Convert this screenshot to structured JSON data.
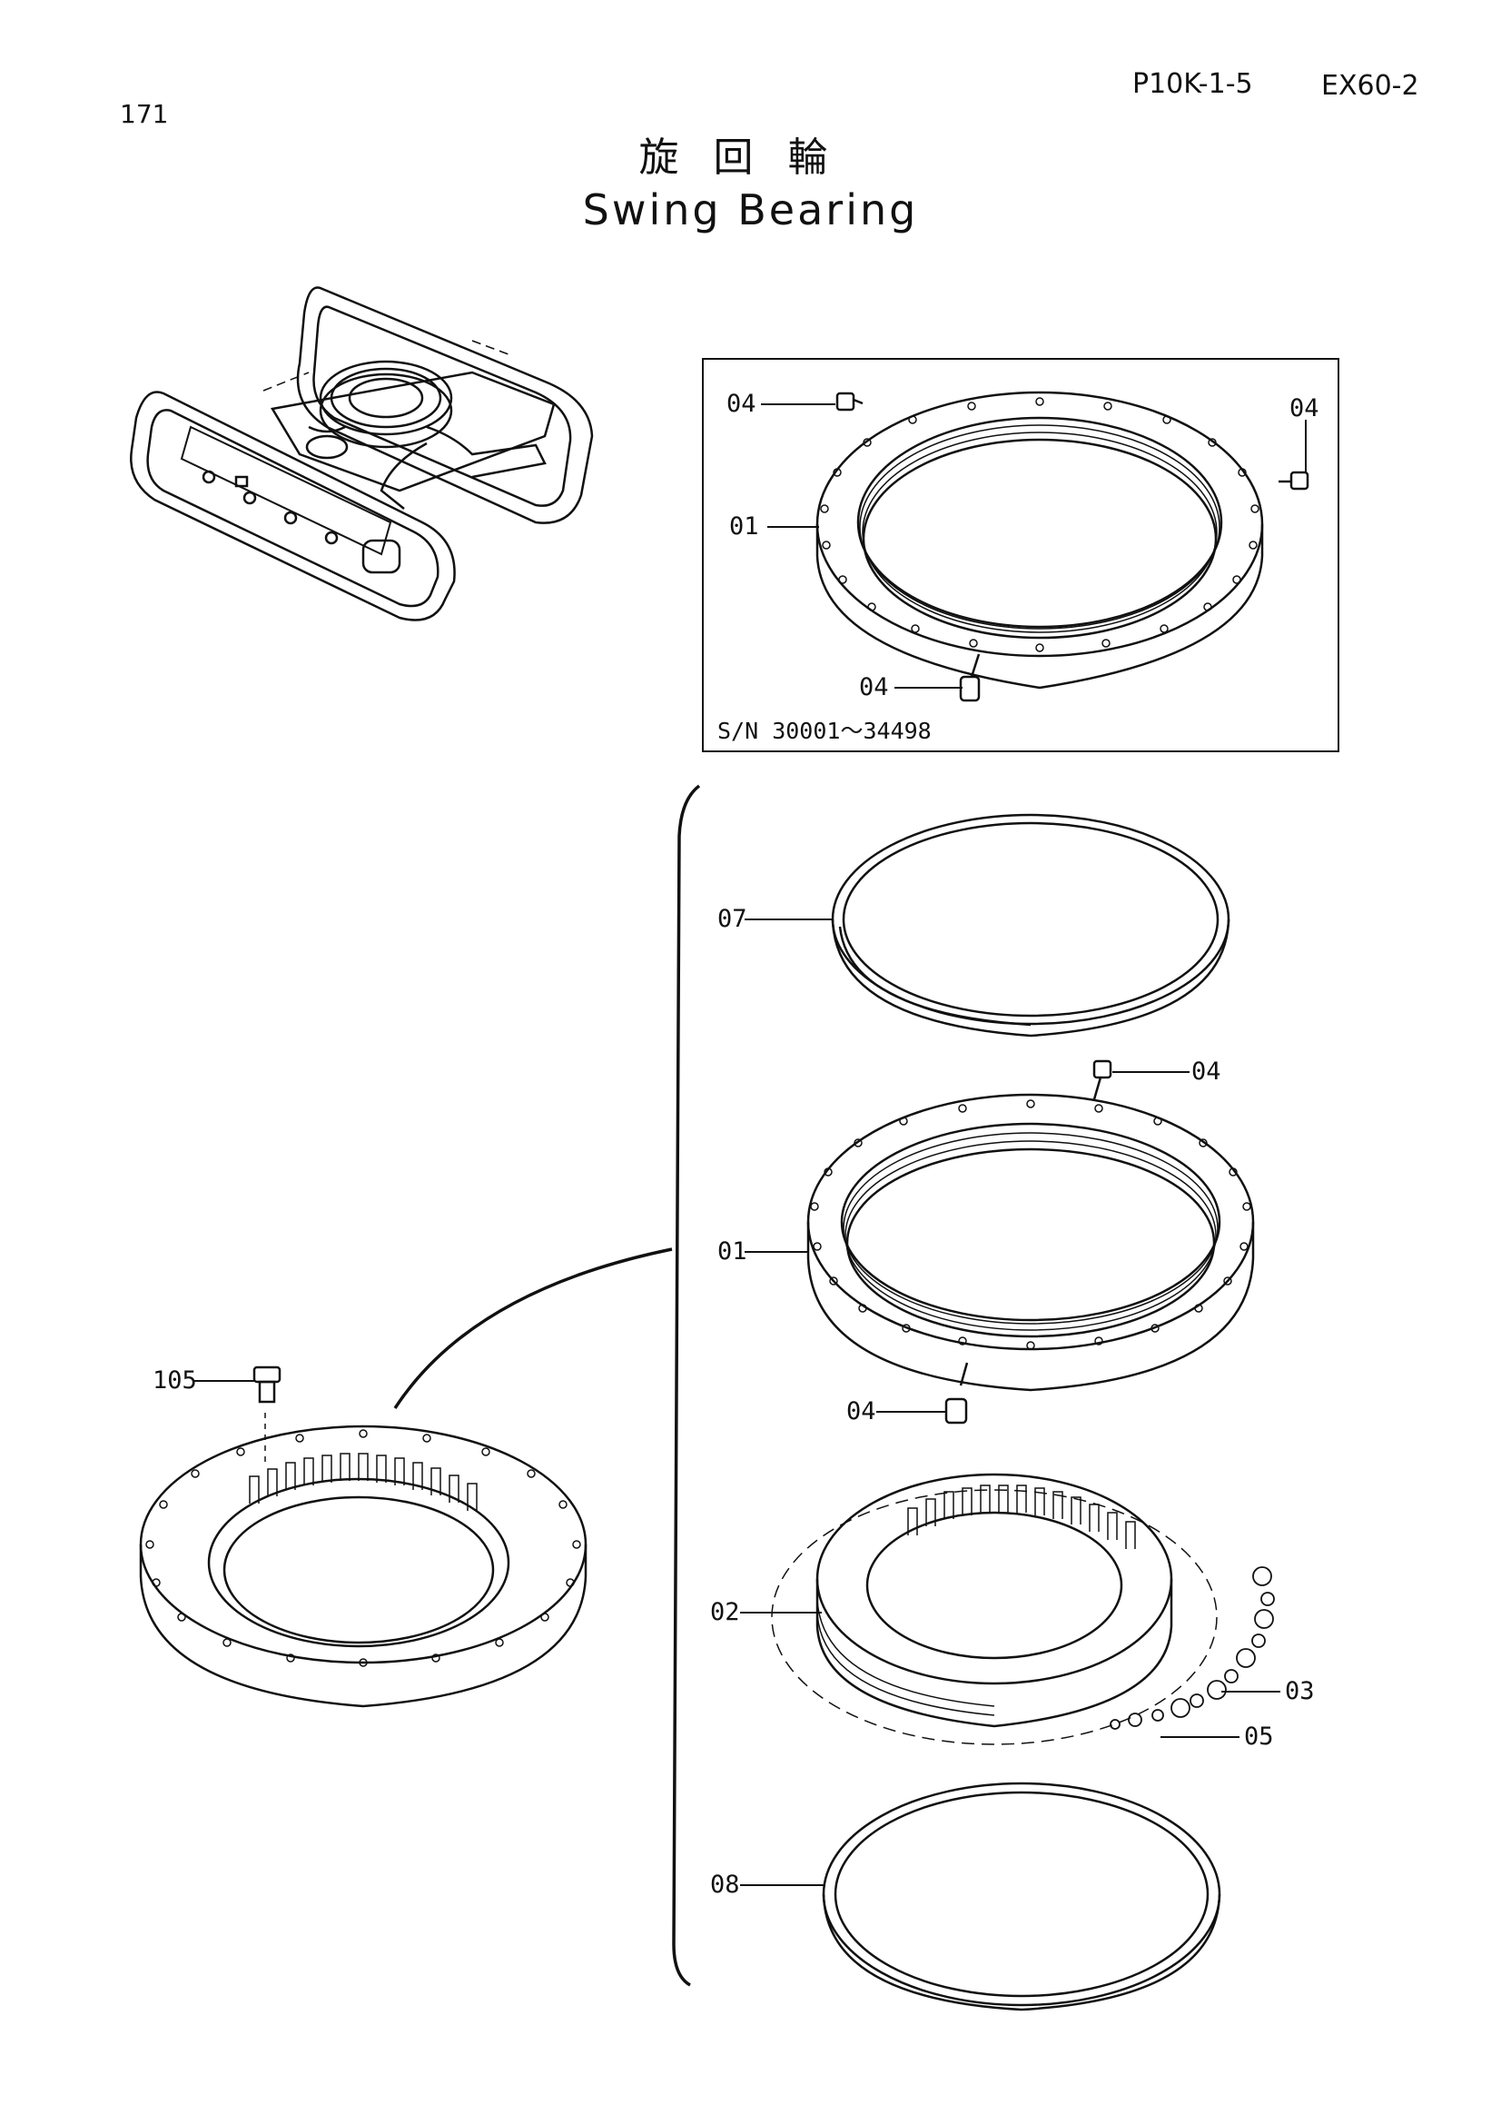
{
  "header": {
    "page_number": "171",
    "ref_code": "P10K-1-5",
    "model": "EX60-2",
    "title_jp": "旋回輪",
    "title_en": "Swing Bearing"
  },
  "inset": {
    "serial_note": "S/N 30001～34498",
    "callouts": [
      "04",
      "04",
      "01",
      "04"
    ]
  },
  "exploded": {
    "callouts": [
      "07",
      "04",
      "01",
      "04",
      "02",
      "03",
      "05",
      "08"
    ]
  },
  "bolt_callout": "105"
}
